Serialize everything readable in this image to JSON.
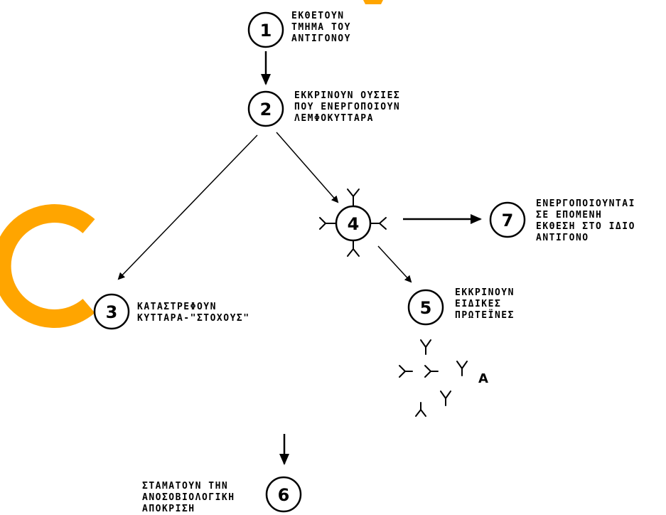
{
  "nodes": {
    "n1": {
      "number": "1",
      "lines": [
        "ΕΚΘΕΤΟΥΝ",
        "ΤΜΗΜΑ ΤΟΥ",
        "ΑΝΤΙΓΟΝΟΥ"
      ]
    },
    "n2": {
      "number": "2",
      "lines": [
        "ΕΚΚΡΙΝΟΥΝ ΟΥΣΙΕΣ",
        "ΠΟΥ ΕΝΕΡΓΟΠΟΙΟΥΝ",
        "ΛΕΜΦΟΚΥΤΤΑΡΑ"
      ]
    },
    "n3": {
      "number": "3",
      "lines": [
        "ΚΑΤΑΣΤΡΕΦΟΥΝ",
        "ΚΥΤΤΑΡΑ-\"ΣΤΟΧΟΥΣ\""
      ]
    },
    "n4": {
      "number": "4",
      "lines": []
    },
    "n5": {
      "number": "5",
      "lines": [
        "ΕΚΚΡΙΝΟΥΝ",
        "ΕΙΔΙΚΕΣ",
        "ΠΡΩΤΕΪΝΕΣ"
      ]
    },
    "n6": {
      "number": "6",
      "lines": [
        "ΣΤΑΜΑΤΟΥΝ ΤΗΝ",
        "ΑΝΟΣΟΒΙΟΛΟΓΙΚΗ",
        "ΑΠΟΚΡΙΣΗ"
      ]
    },
    "n7": {
      "number": "7",
      "lines": [
        "ΕΝΕΡΓΟΠΟΙΟΥΝΤΑΙ",
        "ΣΕ ΕΠΟΜΕΝΗ",
        "ΕΚΘΕΣΗ ΣΤΟ ΙΔΙΟ",
        "ΑΝΤΙΓΟΝΟ"
      ]
    }
  },
  "antibody_label": "A",
  "watermark": {
    "letter": "C",
    "color": "#ffa500"
  }
}
